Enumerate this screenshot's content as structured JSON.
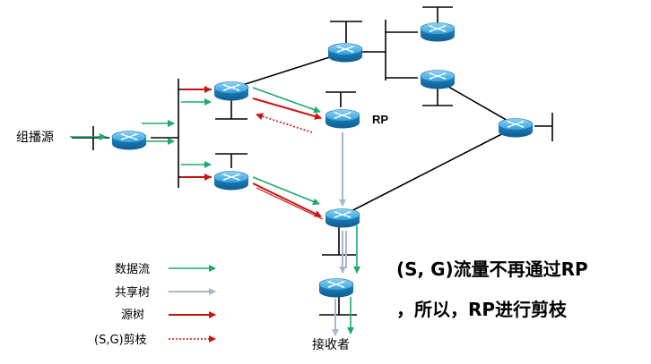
{
  "labels": {
    "source": "组播源",
    "rp": "RP",
    "receiver": "接收者"
  },
  "legend": {
    "data_flow": "数据流",
    "shared_tree": "共享树",
    "source_tree": "源树",
    "prune": "(S,G)剪枝"
  },
  "statement": {
    "line1": "(S, G)流量不再通过RP",
    "line2": "，所以，RP进行剪枝"
  },
  "colors": {
    "data_flow": "#1aaa6a",
    "shared_tree": "#a9b7cc",
    "source_tree": "#cc1111",
    "prune": "#cc1111",
    "router_body": "#2d9fd8",
    "router_dark": "#1a6fa6",
    "link": "#000000"
  },
  "icons": [
    "router-icon"
  ]
}
